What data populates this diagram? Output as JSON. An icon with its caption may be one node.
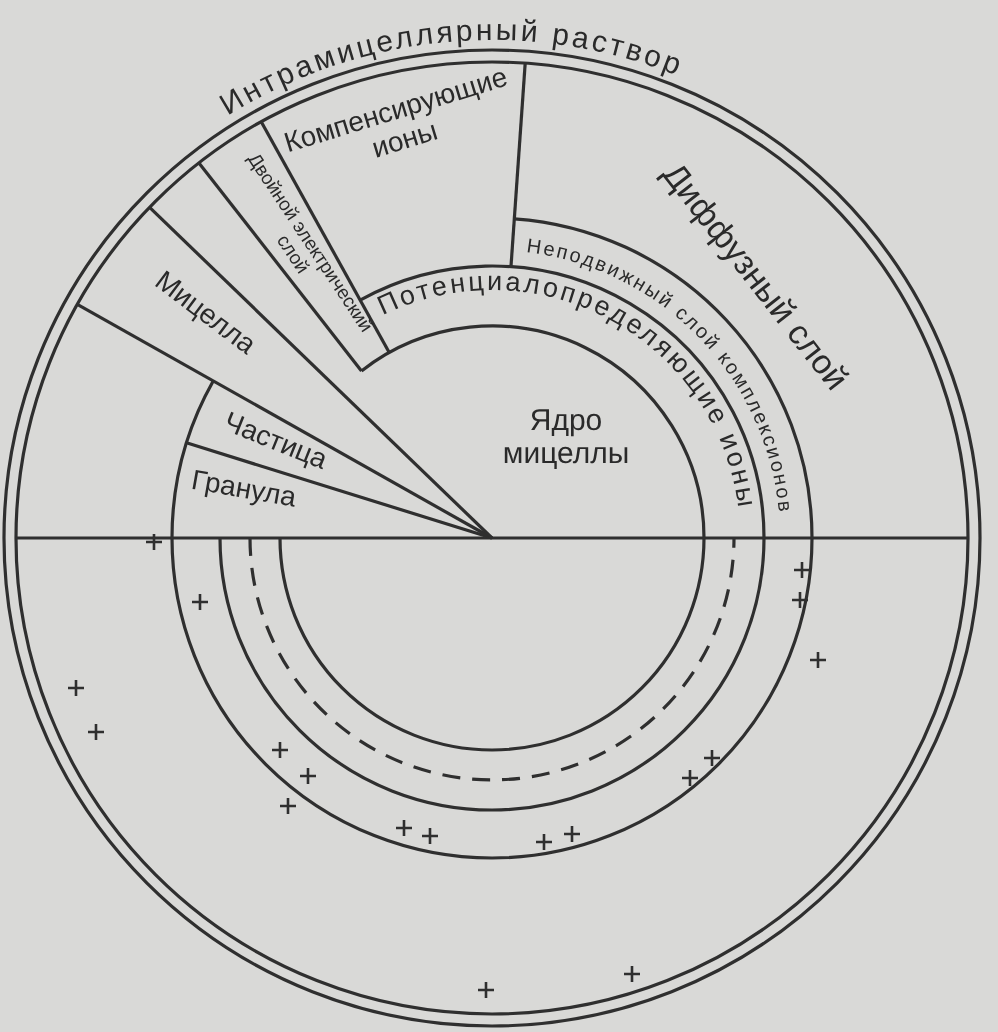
{
  "diagram": {
    "labels": [
      "Интрамицеллярный раствор",
      "Компенсирующие ионы",
      "Двойной электрический слой",
      "Диффузный слой",
      "Мицелла",
      "Неподвижный слой комплексионов",
      "Потенциалопределяющие ионы",
      "Частица",
      "Гранула",
      "Ядро мицеллы"
    ]
  }
}
